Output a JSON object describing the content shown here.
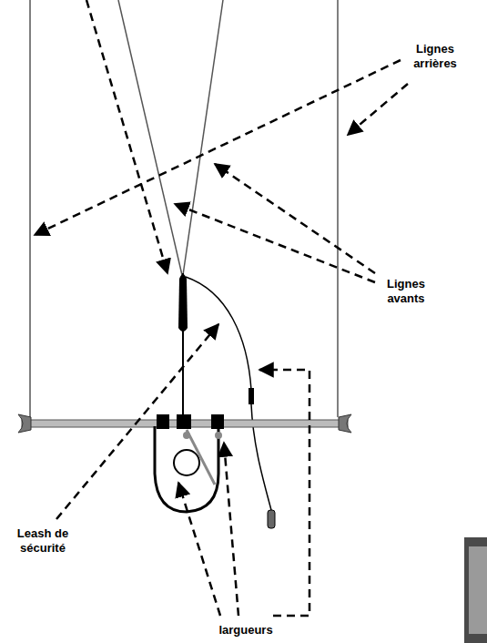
{
  "diagram": {
    "labels": [
      "Lignes arrières",
      "Lignes avants",
      "Leash de sécurité",
      "largueurs"
    ]
  }
}
